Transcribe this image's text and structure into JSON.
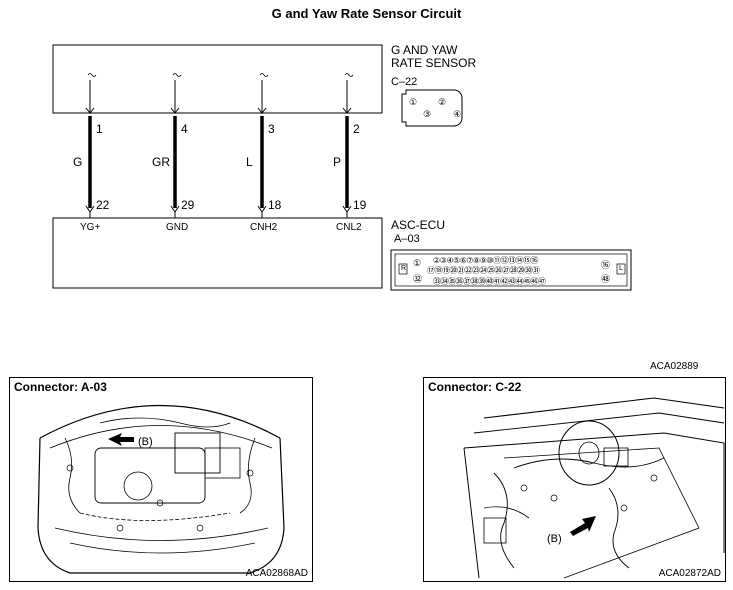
{
  "title": "G and Yaw Rate Sensor Circuit",
  "sensor": {
    "name_line1": "G AND YAW",
    "name_line2": "RATE SENSOR",
    "connector": "C–22",
    "connector_pins": [
      "①",
      "②",
      "③",
      "④"
    ]
  },
  "ecu": {
    "name": "ASC-ECU",
    "connector": "A–03",
    "terminals": [
      "YG+",
      "GND",
      "CNH2",
      "CNL2"
    ],
    "connector_row1": "②③④⑤⑥⑦⑧⑨⑩⑪⑫⑬⑭⑮⑯",
    "connector_row2": "⑰⑱⑲⑳㉑㉒㉓㉔㉕㉖㉗㉘㉙㉚㉛",
    "connector_row3": "㉝㉞㉟㊱㊲㊳㊴㊵㊶㊷㊸㊹㊺㊻㊼",
    "connector_left_top": "①",
    "connector_left_bottom": "㉜",
    "connector_right_top": "⑯",
    "connector_right_bottom": "㊽",
    "side_left": "R",
    "side_right": "L"
  },
  "wires": [
    {
      "color": "G",
      "sensor_pin": "1",
      "ecu_pin": "22"
    },
    {
      "color": "GR",
      "sensor_pin": "4",
      "ecu_pin": "29"
    },
    {
      "color": "L",
      "sensor_pin": "3",
      "ecu_pin": "18"
    },
    {
      "color": "P",
      "sensor_pin": "2",
      "ecu_pin": "19"
    }
  ],
  "figure_code_top": "ACA02889",
  "panels": [
    {
      "title": "Connector: A-03",
      "callout": "(B)",
      "code": "ACA02868AD"
    },
    {
      "title": "Connector: C-22",
      "callout": "(B)",
      "code": "ACA02872AD"
    }
  ]
}
